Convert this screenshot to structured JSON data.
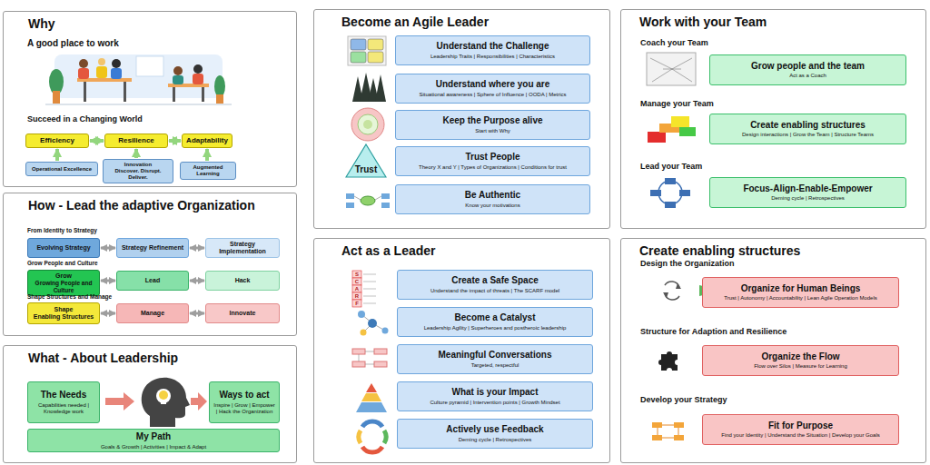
{
  "diagram": {
    "nodes": [
      {
        "text": [
          "Why"
        ]
      },
      {
        "text": [
          "Efficiency"
        ],
        "in": 0
      },
      {
        "text": [
          "Resilience"
        ],
        "in": 0
      },
      {
        "text": [
          "Adaptability"
        ],
        "in": 0
      },
      {
        "text": [
          "Operational Excellence"
        ],
        "in": 0
      },
      {
        "text": [
          "Innovation",
          "Discover. Disrupt. Deliver."
        ],
        "in": 0
      },
      {
        "text": [
          "Augmented Learning"
        ],
        "in": 0
      },
      {
        "text": [
          "How - Lead the adaptive Organization"
        ]
      },
      {
        "text": [
          "Evolving Strategy"
        ],
        "in": 7
      },
      {
        "text": [
          "Strategy Refinement"
        ],
        "in": 7
      },
      {
        "text": [
          "Strategy Implementation"
        ],
        "in": 7
      },
      {
        "text": [
          "Grow",
          "Growing People and Culture"
        ],
        "in": 7
      },
      {
        "text": [
          "Lead"
        ],
        "in": 7
      },
      {
        "text": [
          "Hack"
        ],
        "in": 7
      },
      {
        "text": [
          "Shape",
          "Enabling Structures"
        ],
        "in": 7
      },
      {
        "text": [
          "Manage"
        ],
        "in": 7
      },
      {
        "text": [
          "Innovate"
        ],
        "in": 7
      },
      {
        "text": [
          "What - About Leadership"
        ]
      },
      {
        "text": [
          "The Needs",
          "Capabilities needed | Knowledge work"
        ],
        "in": 17
      },
      {
        "text": [
          "Ways to act",
          "Inspire | Grow | Empower | Hack the Organization"
        ],
        "in": 17
      },
      {
        "text": [
          "My Path",
          "Goals & Growth | Activities | Impact & Adapt"
        ],
        "in": 17
      },
      {
        "text": [
          "Become an Agile Leader"
        ]
      },
      {
        "text": [
          "Understand the Challenge",
          "Leadership Traits | Responsibilities | Characteristics"
        ],
        "in": 21
      },
      {
        "text": [
          "Understand where you are",
          "Situational awareness | Sphere of Influence | OODA | Metrics"
        ],
        "in": 21
      },
      {
        "text": [
          "Keep the Purpose alive",
          "Start with Why"
        ],
        "in": 21
      },
      {
        "text": [
          "Trust"
        ],
        "in": 21
      },
      {
        "text": [
          "Trust People",
          "Theory X and Y | Types of Organizations | Conditions for trust"
        ],
        "in": 21
      },
      {
        "text": [
          "Be Authentic",
          "Know your motivations"
        ],
        "in": 21
      },
      {
        "text": [
          "Act as a Leader"
        ]
      },
      {
        "text": [
          "Create a Safe Space",
          "Understand the impact of threats | The SCARF model"
        ],
        "in": 28
      },
      {
        "text": [
          "Become a Catalyst",
          "Leadership Agility | Superheroes and postheroic leadership"
        ],
        "in": 28
      },
      {
        "text": [
          "Meaningful Conversations",
          "Targeted, respectful"
        ],
        "in": 28
      },
      {
        "text": [
          "What is your Impact",
          "Culture pyramid | Intervention points | Growth Mindset"
        ],
        "in": 28
      },
      {
        "text": [
          "Actively use Feedback",
          "Deming cycle | Retrospectives"
        ],
        "in": 28
      },
      {
        "text": [
          "Work with your Team"
        ]
      },
      {
        "text": [
          "Grow people and the team",
          "Act as a Coach"
        ],
        "in": 34
      },
      {
        "text": [
          "Create enabling structures",
          "Design interactions | Grow the Team | Structure Teams"
        ],
        "in": 34
      },
      {
        "text": [
          "Focus-Align-Enable-Empower",
          "Deming cycle | Retrospectives"
        ],
        "in": 34
      },
      {
        "text": [
          "Create enabling structures"
        ]
      },
      {
        "text": [
          "Organize for Human Beings",
          "Trust | Autonomy | Accountability | Lean Agile Operation Models"
        ],
        "in": 38
      },
      {
        "text": [
          "Organize the Flow",
          "Flow over Silos | Measure for Learning"
        ],
        "in": 38
      },
      {
        "text": [
          "Fit for Purpose",
          "Find your Identity | Understand the Situation | Develop your Goals"
        ],
        "in": 38
      }
    ],
    "edges": [
      {
        "from": 1,
        "to": 2,
        "arrow": "both"
      },
      {
        "from": 2,
        "to": 3,
        "arrow": "both"
      },
      {
        "from": 4,
        "to": 1,
        "arrow": "to"
      },
      {
        "from": 5,
        "to": 2,
        "arrow": "to"
      },
      {
        "from": 6,
        "to": 3,
        "arrow": "to"
      },
      {
        "from": 8,
        "to": 9,
        "arrow": "both"
      },
      {
        "from": 9,
        "to": 10,
        "arrow": "both"
      },
      {
        "from": 11,
        "to": 12,
        "arrow": "both"
      },
      {
        "from": 12,
        "to": 13,
        "arrow": "both"
      },
      {
        "from": 14,
        "to": 15,
        "arrow": "both"
      },
      {
        "from": 15,
        "to": 16,
        "arrow": "both"
      }
    ],
    "labels": [
      "A good place to work",
      "Succeed in a Changing World",
      "From Identity to Strategy",
      "Grow People and Culture",
      "Shape Structures and Manage",
      "S",
      "C",
      "A",
      "R",
      "F",
      "Coach your Team",
      "Manage your Team",
      "Lead your Team",
      "Design the Organization",
      "Structure for Adaption and Resilience",
      "Develop your Strategy"
    ]
  }
}
